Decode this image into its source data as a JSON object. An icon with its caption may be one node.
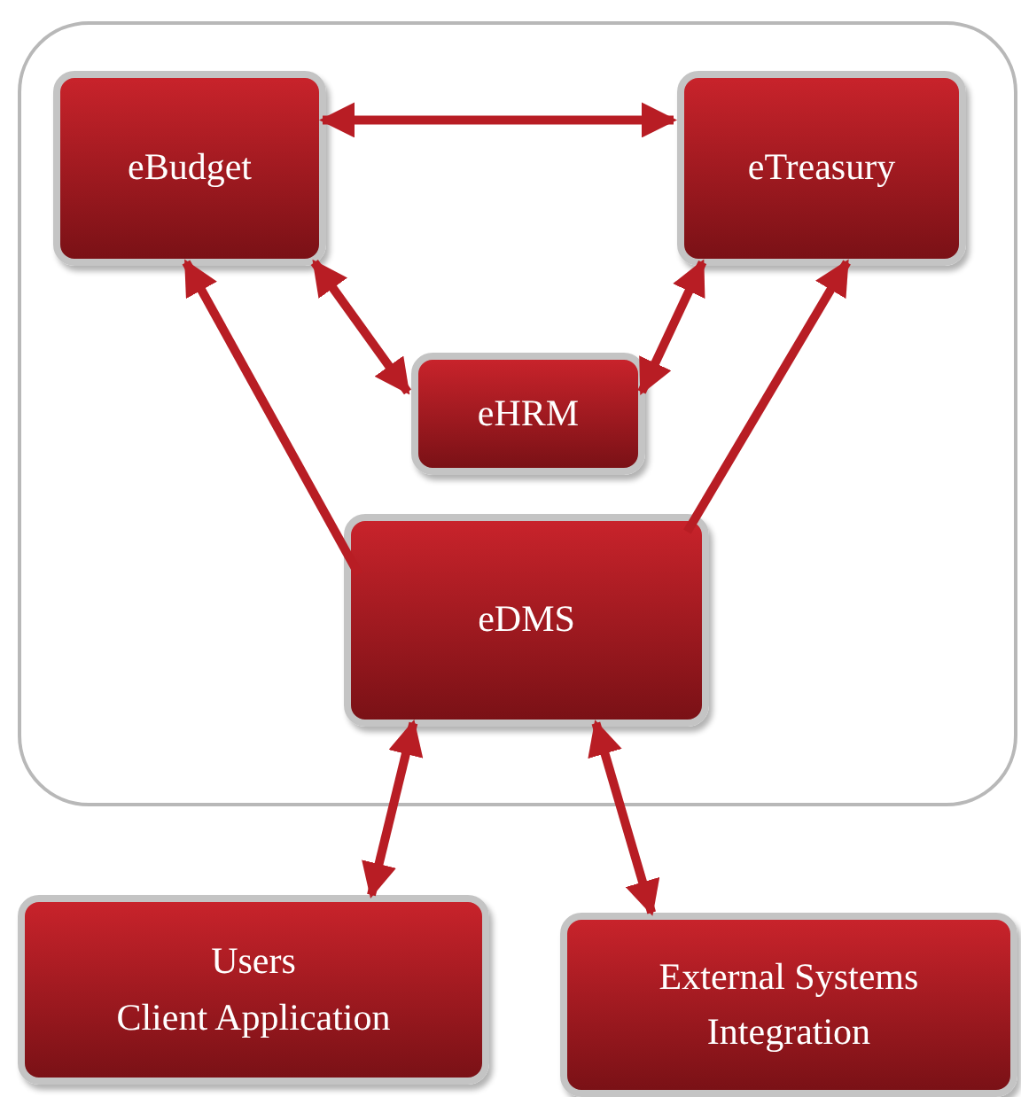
{
  "diagram": {
    "nodes": [
      {
        "text": [],
        "shape": "box"
      },
      {
        "text": [
          "eBudget"
        ],
        "in": 0
      },
      {
        "text": [
          "eTreasury"
        ],
        "in": 0
      },
      {
        "text": [
          "eHRM"
        ],
        "in": 0
      },
      {
        "text": [
          "eDMS"
        ],
        "in": 0
      },
      {
        "text": [
          "Users",
          "Client Application"
        ]
      },
      {
        "text": [
          "External Systems Integration"
        ]
      }
    ],
    "edges": [
      {
        "from": 1,
        "to": 2,
        "arrow": "both"
      },
      {
        "from": 3,
        "to": 1,
        "arrow": "both"
      },
      {
        "from": 3,
        "to": 2,
        "arrow": "both"
      },
      {
        "from": 4,
        "to": 1,
        "arrow": "to"
      },
      {
        "from": 4,
        "to": 2,
        "arrow": "to"
      },
      {
        "from": 4,
        "to": 5,
        "arrow": "both"
      },
      {
        "from": 4,
        "to": 6,
        "arrow": "both"
      }
    ]
  }
}
